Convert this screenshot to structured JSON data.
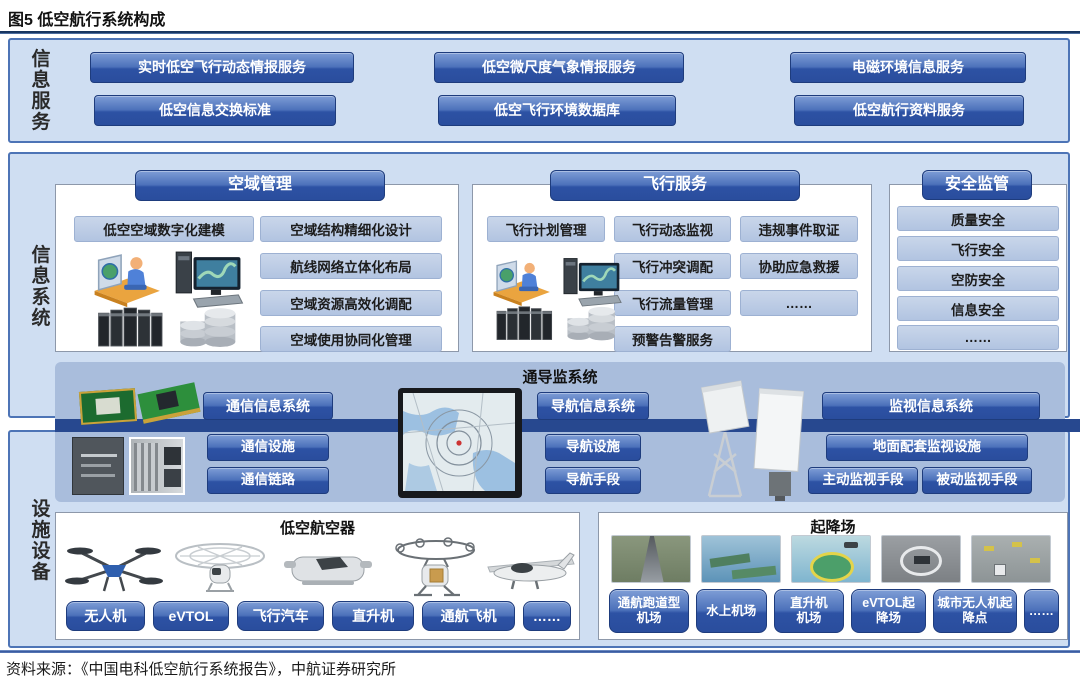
{
  "page": {
    "title": "图5  低空航行系统构成",
    "source": "资料来源：《中国电科低空航行系统报告》，中航证券研究所"
  },
  "colors": {
    "accent_blue": "#2d52a4",
    "bar_blue": "#27488f",
    "cns_panel_blue": "#a9bddc",
    "section_fill": "#cfdef2",
    "section_border": "#4d74b6",
    "light_item_fill": "#b7c8e3"
  },
  "sections": {
    "info_service": {
      "label": "信息服务",
      "buttons": [
        "实时低空飞行动态情报服务",
        "低空微尺度气象情报服务",
        "电磁环境信息服务",
        "低空信息交换标准",
        "低空飞行环境数据库",
        "低空航行资料服务"
      ]
    },
    "info_system": {
      "label": "信息系统",
      "airspace": {
        "title": "空域管理",
        "main_item": "低空空域数字化建模",
        "items": [
          "空域结构精细化设计",
          "航线网络立体化布局",
          "空域资源高效化调配",
          "空域使用协同化管理"
        ]
      },
      "flight": {
        "title": "飞行服务",
        "main_item": "飞行计划管理",
        "col2": [
          "飞行动态监视",
          "飞行冲突调配",
          "飞行流量管理",
          "预警告警服务"
        ],
        "col3": [
          "违规事件取证",
          "协助应急救援",
          "……"
        ]
      },
      "safety": {
        "title": "安全监管",
        "items": [
          "质量安全",
          "飞行安全",
          "空防安全",
          "信息安全",
          "……"
        ]
      }
    },
    "cns": {
      "title": "通导监系统",
      "comm": {
        "system": "通信信息系统",
        "items": [
          "通信设施",
          "通信链路"
        ]
      },
      "nav": {
        "system": "导航信息系统",
        "items": [
          "导航设施",
          "导航手段"
        ]
      },
      "surv": {
        "system": "监视信息系统",
        "facility": "地面配套监视设施",
        "active": "主动监视手段",
        "passive": "被动监视手段"
      }
    },
    "facilities": {
      "label": "设施设备",
      "aircraft": {
        "title": "低空航空器",
        "labels": [
          "无人机",
          "eVTOL",
          "飞行汽车",
          "直升机",
          "通航飞机",
          "……"
        ]
      },
      "vertiport": {
        "title": "起降场",
        "labels": [
          "通航跑道型机场",
          "水上机场",
          "直升机机场",
          "eVTOL起降场",
          "城市无人机起降点",
          "……"
        ]
      }
    }
  }
}
